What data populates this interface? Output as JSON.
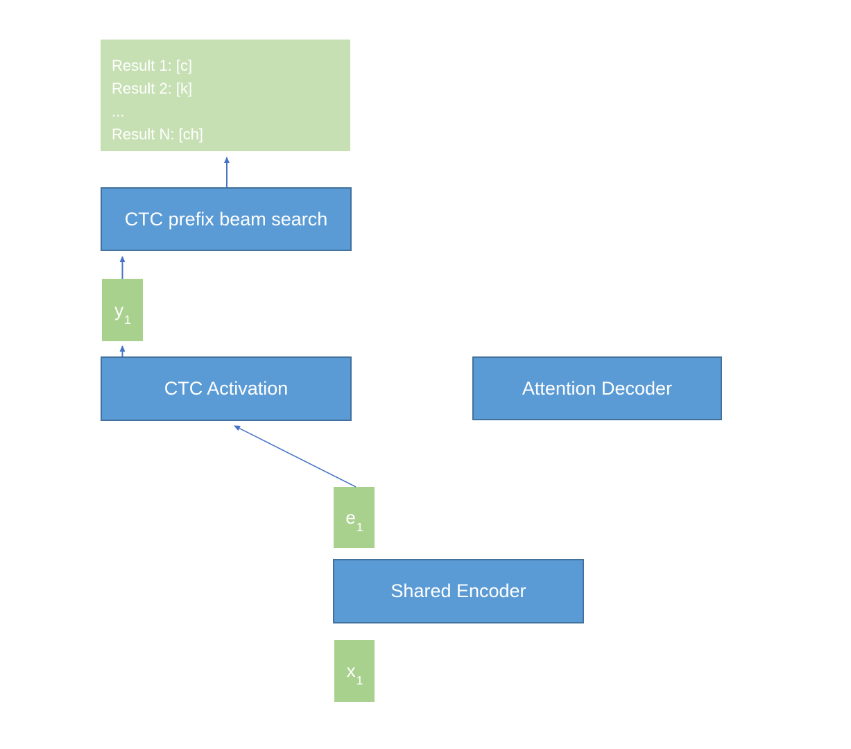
{
  "diagram": {
    "results_box": {
      "lines": [
        "Result 1: [c]",
        "Result 2: [k]",
        "...",
        "Result N: [ch]"
      ]
    },
    "nodes": {
      "ctc_prefix_beam_search": {
        "label": "CTC prefix beam search"
      },
      "ctc_activation": {
        "label": "CTC Activation"
      },
      "attention_decoder": {
        "label": "Attention Decoder"
      },
      "shared_encoder": {
        "label": "Shared Encoder"
      },
      "y1": {
        "base": "y",
        "sub": "1"
      },
      "e1": {
        "base": "e",
        "sub": "1"
      },
      "x1": {
        "base": "x",
        "sub": "1"
      }
    },
    "colors": {
      "blue_fill": "#5b9bd5",
      "blue_border": "#41719c",
      "green_light_fill": "#c6e0b4",
      "green_fill": "#a9d18e",
      "arrow": "#4472c4",
      "text": "#ffffff",
      "background": "#ffffff"
    }
  }
}
